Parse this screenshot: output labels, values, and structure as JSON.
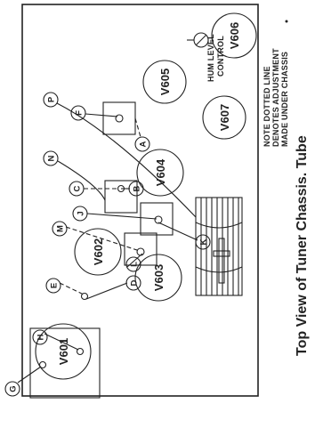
{
  "caption": "Top View of Tuner Chassis. Tube",
  "note": {
    "line1": "NOTE DOTTED LINE",
    "line2": "DENOTES ADJUSTMENT",
    "line3": "MADE UNDER CHASSIS"
  },
  "control": {
    "line1": "HUM LEVEL",
    "line2": "CONTROL"
  },
  "tubes": {
    "v601": "V601",
    "v602": "V602",
    "v603": "V603",
    "v604": "V604",
    "v605": "V605",
    "v606": "V606",
    "v607": "V607"
  },
  "callouts": {
    "a": "A",
    "b": "B",
    "c": "C",
    "d": "D",
    "e": "E",
    "f": "F",
    "g": "G",
    "h": "H",
    "j": "J",
    "k": "K",
    "l": "L",
    "m": "M",
    "n": "N",
    "p": "P"
  }
}
